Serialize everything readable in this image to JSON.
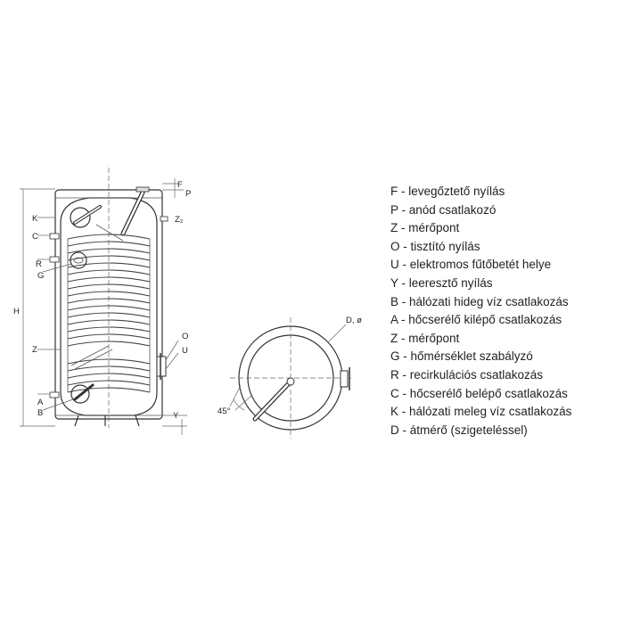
{
  "side_view": {
    "labels": {
      "F": "F",
      "P": "P",
      "K": "K",
      "Z2": "Z₂",
      "C": "C",
      "R": "R",
      "G": "G",
      "H": "H",
      "Z1": "Z",
      "O": "O",
      "U": "U",
      "A": "A",
      "B": "B",
      "Y": "Y"
    }
  },
  "top_view": {
    "diameter_label": "D, ø",
    "angle_label": "45°"
  },
  "legend": [
    "F - levegőztető nyílás",
    "P - anód csatlakozó",
    "Z - mérőpont",
    "O - tisztító nyílás",
    "U - elektromos fűtőbetét helye",
    "Y - leeresztő nyílás",
    "B - hálózati hideg víz csatlakozás",
    "A - hőcserélő kilépő csatlakozás",
    "Z - mérőpont",
    "G - hőmérséklet szabályzó",
    "R - recirkulációs csatlakozás",
    "C - hőcserélő belépő csatlakozás",
    "K - hálózati meleg víz csatlakozás",
    "D - átmérő (szigeteléssel)"
  ]
}
